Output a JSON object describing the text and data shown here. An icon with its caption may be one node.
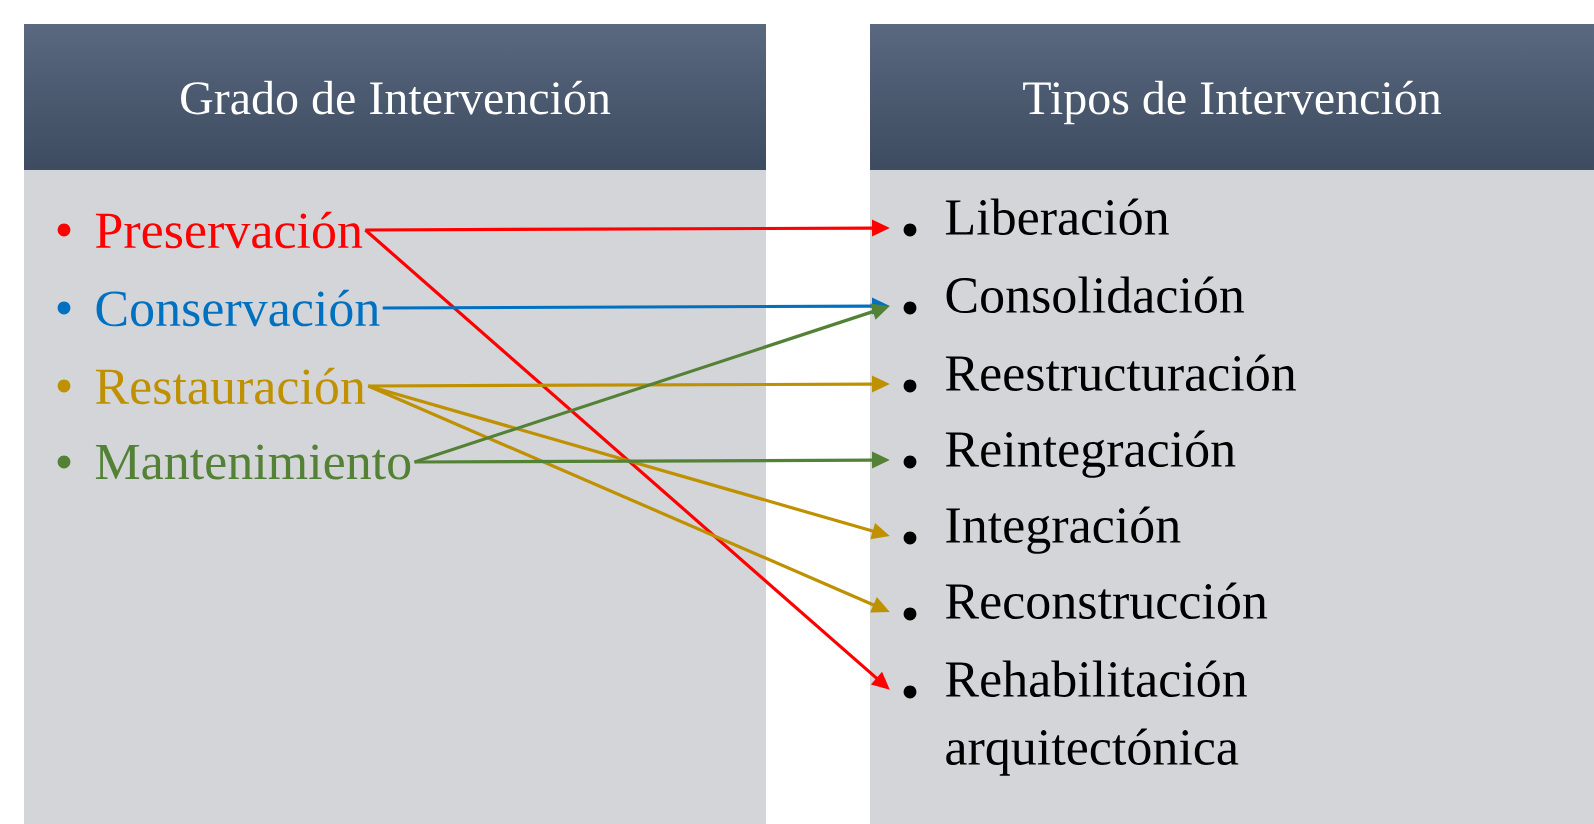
{
  "diagram": {
    "nodes": [
      {
        "text": [
          "Grado de Intervención"
        ]
      },
      {
        "text": [
          "Preservación"
        ],
        "in": 0
      },
      {
        "text": [
          "Conservación"
        ],
        "in": 0
      },
      {
        "text": [
          "Restauración"
        ],
        "in": 0
      },
      {
        "text": [
          "Mantenimiento"
        ],
        "in": 0
      },
      {
        "text": [
          "Tipos de Intervención"
        ]
      },
      {
        "text": [
          "Liberación"
        ],
        "in": 5
      },
      {
        "text": [
          "Consolidación"
        ],
        "in": 5
      },
      {
        "text": [
          "Reestructuración"
        ],
        "in": 5
      },
      {
        "text": [
          "Reintegración"
        ],
        "in": 5
      },
      {
        "text": [
          "Integración"
        ],
        "in": 5
      },
      {
        "text": [
          "Reconstrucción"
        ],
        "in": 5
      },
      {
        "text": [
          "Rehabilitación arquitectónica"
        ],
        "in": 5
      }
    ],
    "edges": [
      {
        "from": 1,
        "to": 6,
        "arrow": "to",
        "color": "#ff0000"
      },
      {
        "from": 1,
        "to": 12,
        "arrow": "to",
        "color": "#ff0000"
      },
      {
        "from": 2,
        "to": 7,
        "arrow": "to",
        "color": "#0070c0"
      },
      {
        "from": 3,
        "to": 8,
        "arrow": "to",
        "color": "#bf9000"
      },
      {
        "from": 3,
        "to": 10,
        "arrow": "to",
        "color": "#bf9000"
      },
      {
        "from": 3,
        "to": 11,
        "arrow": "to",
        "color": "#bf9000"
      },
      {
        "from": 4,
        "to": 7,
        "arrow": "to",
        "color": "#538135"
      },
      {
        "from": 4,
        "to": 9,
        "arrow": "to",
        "color": "#538135"
      }
    ]
  }
}
